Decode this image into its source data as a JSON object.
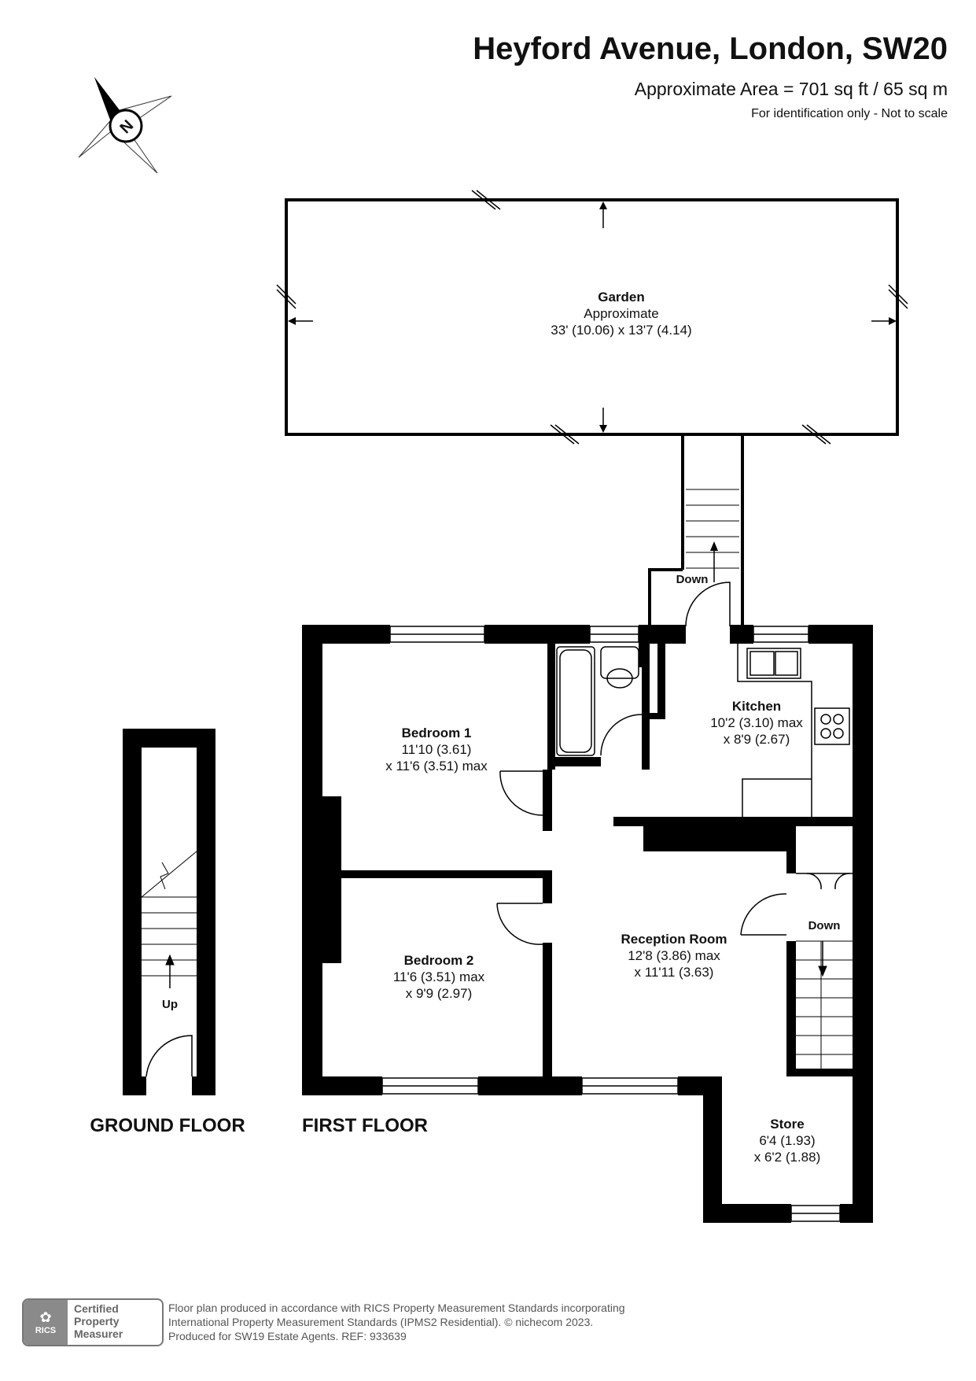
{
  "header": {
    "title": "Heyford Avenue, London, SW20",
    "area": "Approximate Area = 701 sq ft / 65 sq m",
    "note": "For identification only - Not to scale"
  },
  "compass": {
    "letter": "N"
  },
  "rooms": {
    "garden": {
      "name": "Garden",
      "line1": "Approximate",
      "line2": "33' (10.06) x 13'7 (4.14)"
    },
    "bedroom1": {
      "name": "Bedroom 1",
      "line1": "11'10 (3.61)",
      "line2": "x 11'6 (3.51) max"
    },
    "bedroom2": {
      "name": "Bedroom 2",
      "line1": "11'6 (3.51) max",
      "line2": "x 9'9 (2.97)"
    },
    "kitchen": {
      "name": "Kitchen",
      "line1": "10'2 (3.10) max",
      "line2": "x 8'9 (2.67)"
    },
    "reception": {
      "name": "Reception Room",
      "line1": "12'8 (3.86) max",
      "line2": "x 11'11 (3.63)"
    },
    "store": {
      "name": "Store",
      "line1": "6'4 (1.93)",
      "line2": "x 6'2 (1.88)"
    }
  },
  "stairs": {
    "down_garden": "Down",
    "down_store": "Down",
    "up_ground": "Up"
  },
  "floors": {
    "ground": "GROUND FLOOR",
    "first": "FIRST FLOOR"
  },
  "badge": {
    "logo": "RICS",
    "line1": "Certified",
    "line2": "Property",
    "line3": "Measurer"
  },
  "footer": {
    "line1": "Floor plan produced in accordance with RICS Property Measurement Standards incorporating",
    "line2": "International Property Measurement Standards (IPMS2 Residential).   © nichecom 2023.",
    "line3": "Produced for SW19 Estate Agents.   REF:  933639"
  },
  "colors": {
    "wall": "#000000",
    "text": "#111111",
    "footer": "#555555",
    "badge": "#8a8a8a"
  }
}
